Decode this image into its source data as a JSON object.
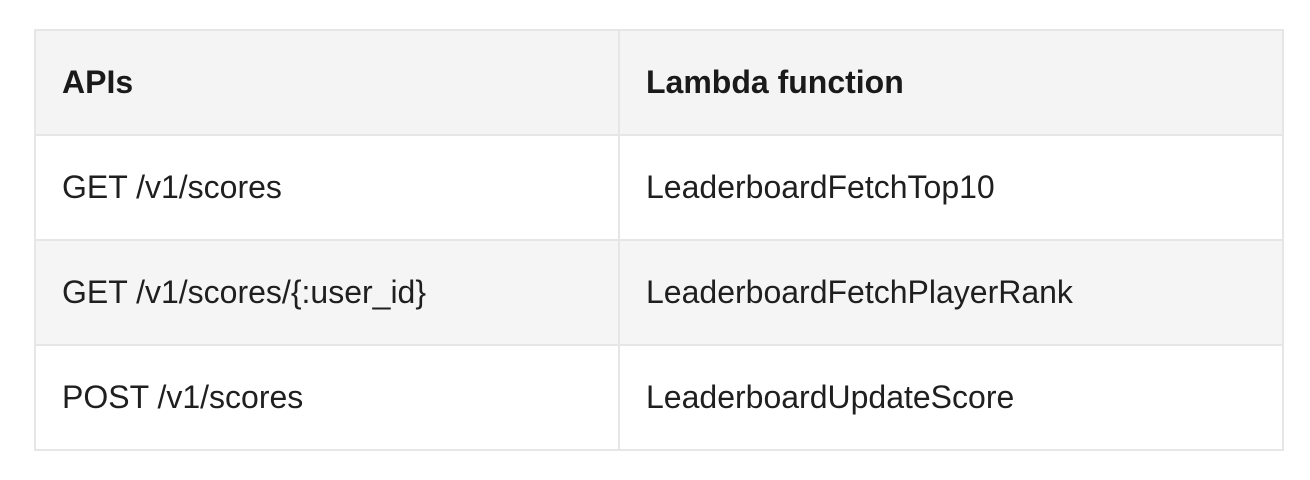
{
  "table": {
    "headers": [
      "APIs",
      "Lambda function"
    ],
    "rows": [
      [
        "GET /v1/scores",
        "LeaderboardFetchTop10"
      ],
      [
        "GET /v1/scores/{:user_id}",
        "LeaderboardFetchPlayerRank"
      ],
      [
        "POST /v1/scores",
        "LeaderboardUpdateScore"
      ]
    ]
  }
}
